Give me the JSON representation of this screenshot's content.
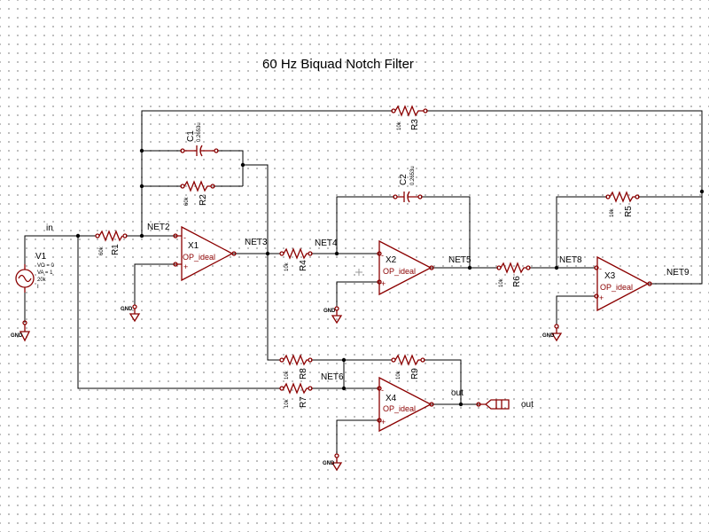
{
  "title": "60 Hz Biquad Notch Filter",
  "colors": {
    "wire": "#000000",
    "component": "#8b0000",
    "grid_dot": "#a8a8a8",
    "background": "#ffffff"
  },
  "source": {
    "name": "V1",
    "params": [
      "VO = 0",
      "VA = 1",
      "20k",
      "I"
    ]
  },
  "nets": {
    "in": "in",
    "net2": "NET2",
    "net3": "NET3",
    "net4": "NET4",
    "net5": "NET5",
    "net6": "NET6",
    "net8": "NET8",
    "net9": "NET9",
    "out": "out"
  },
  "output_port": "out",
  "resistors": {
    "R1": {
      "name": "R1",
      "value": "60k"
    },
    "R2": {
      "name": "R2",
      "value": "60k"
    },
    "R3": {
      "name": "R3",
      "value": "10k"
    },
    "R4": {
      "name": "R4",
      "value": "10k"
    },
    "R5": {
      "name": "R5",
      "value": "10k"
    },
    "R6": {
      "name": "R6",
      "value": "10k"
    },
    "R7": {
      "name": "R7",
      "value": "10k"
    },
    "R8": {
      "name": "R8",
      "value": "10k"
    },
    "R9": {
      "name": "R9",
      "value": "10k"
    }
  },
  "capacitors": {
    "C1": {
      "name": "C1",
      "value": "0.2653u"
    },
    "C2": {
      "name": "C2",
      "value": "0.2653u"
    }
  },
  "opamps": {
    "X1": {
      "name": "X1",
      "model": "OP_ideal"
    },
    "X2": {
      "name": "X2",
      "model": "OP_ideal"
    },
    "X3": {
      "name": "X3",
      "model": "OP_ideal"
    },
    "X4": {
      "name": "X4",
      "model": "OP_ideal"
    }
  },
  "ground_label": "GND",
  "pin_minus": "-",
  "pin_plus": "+"
}
